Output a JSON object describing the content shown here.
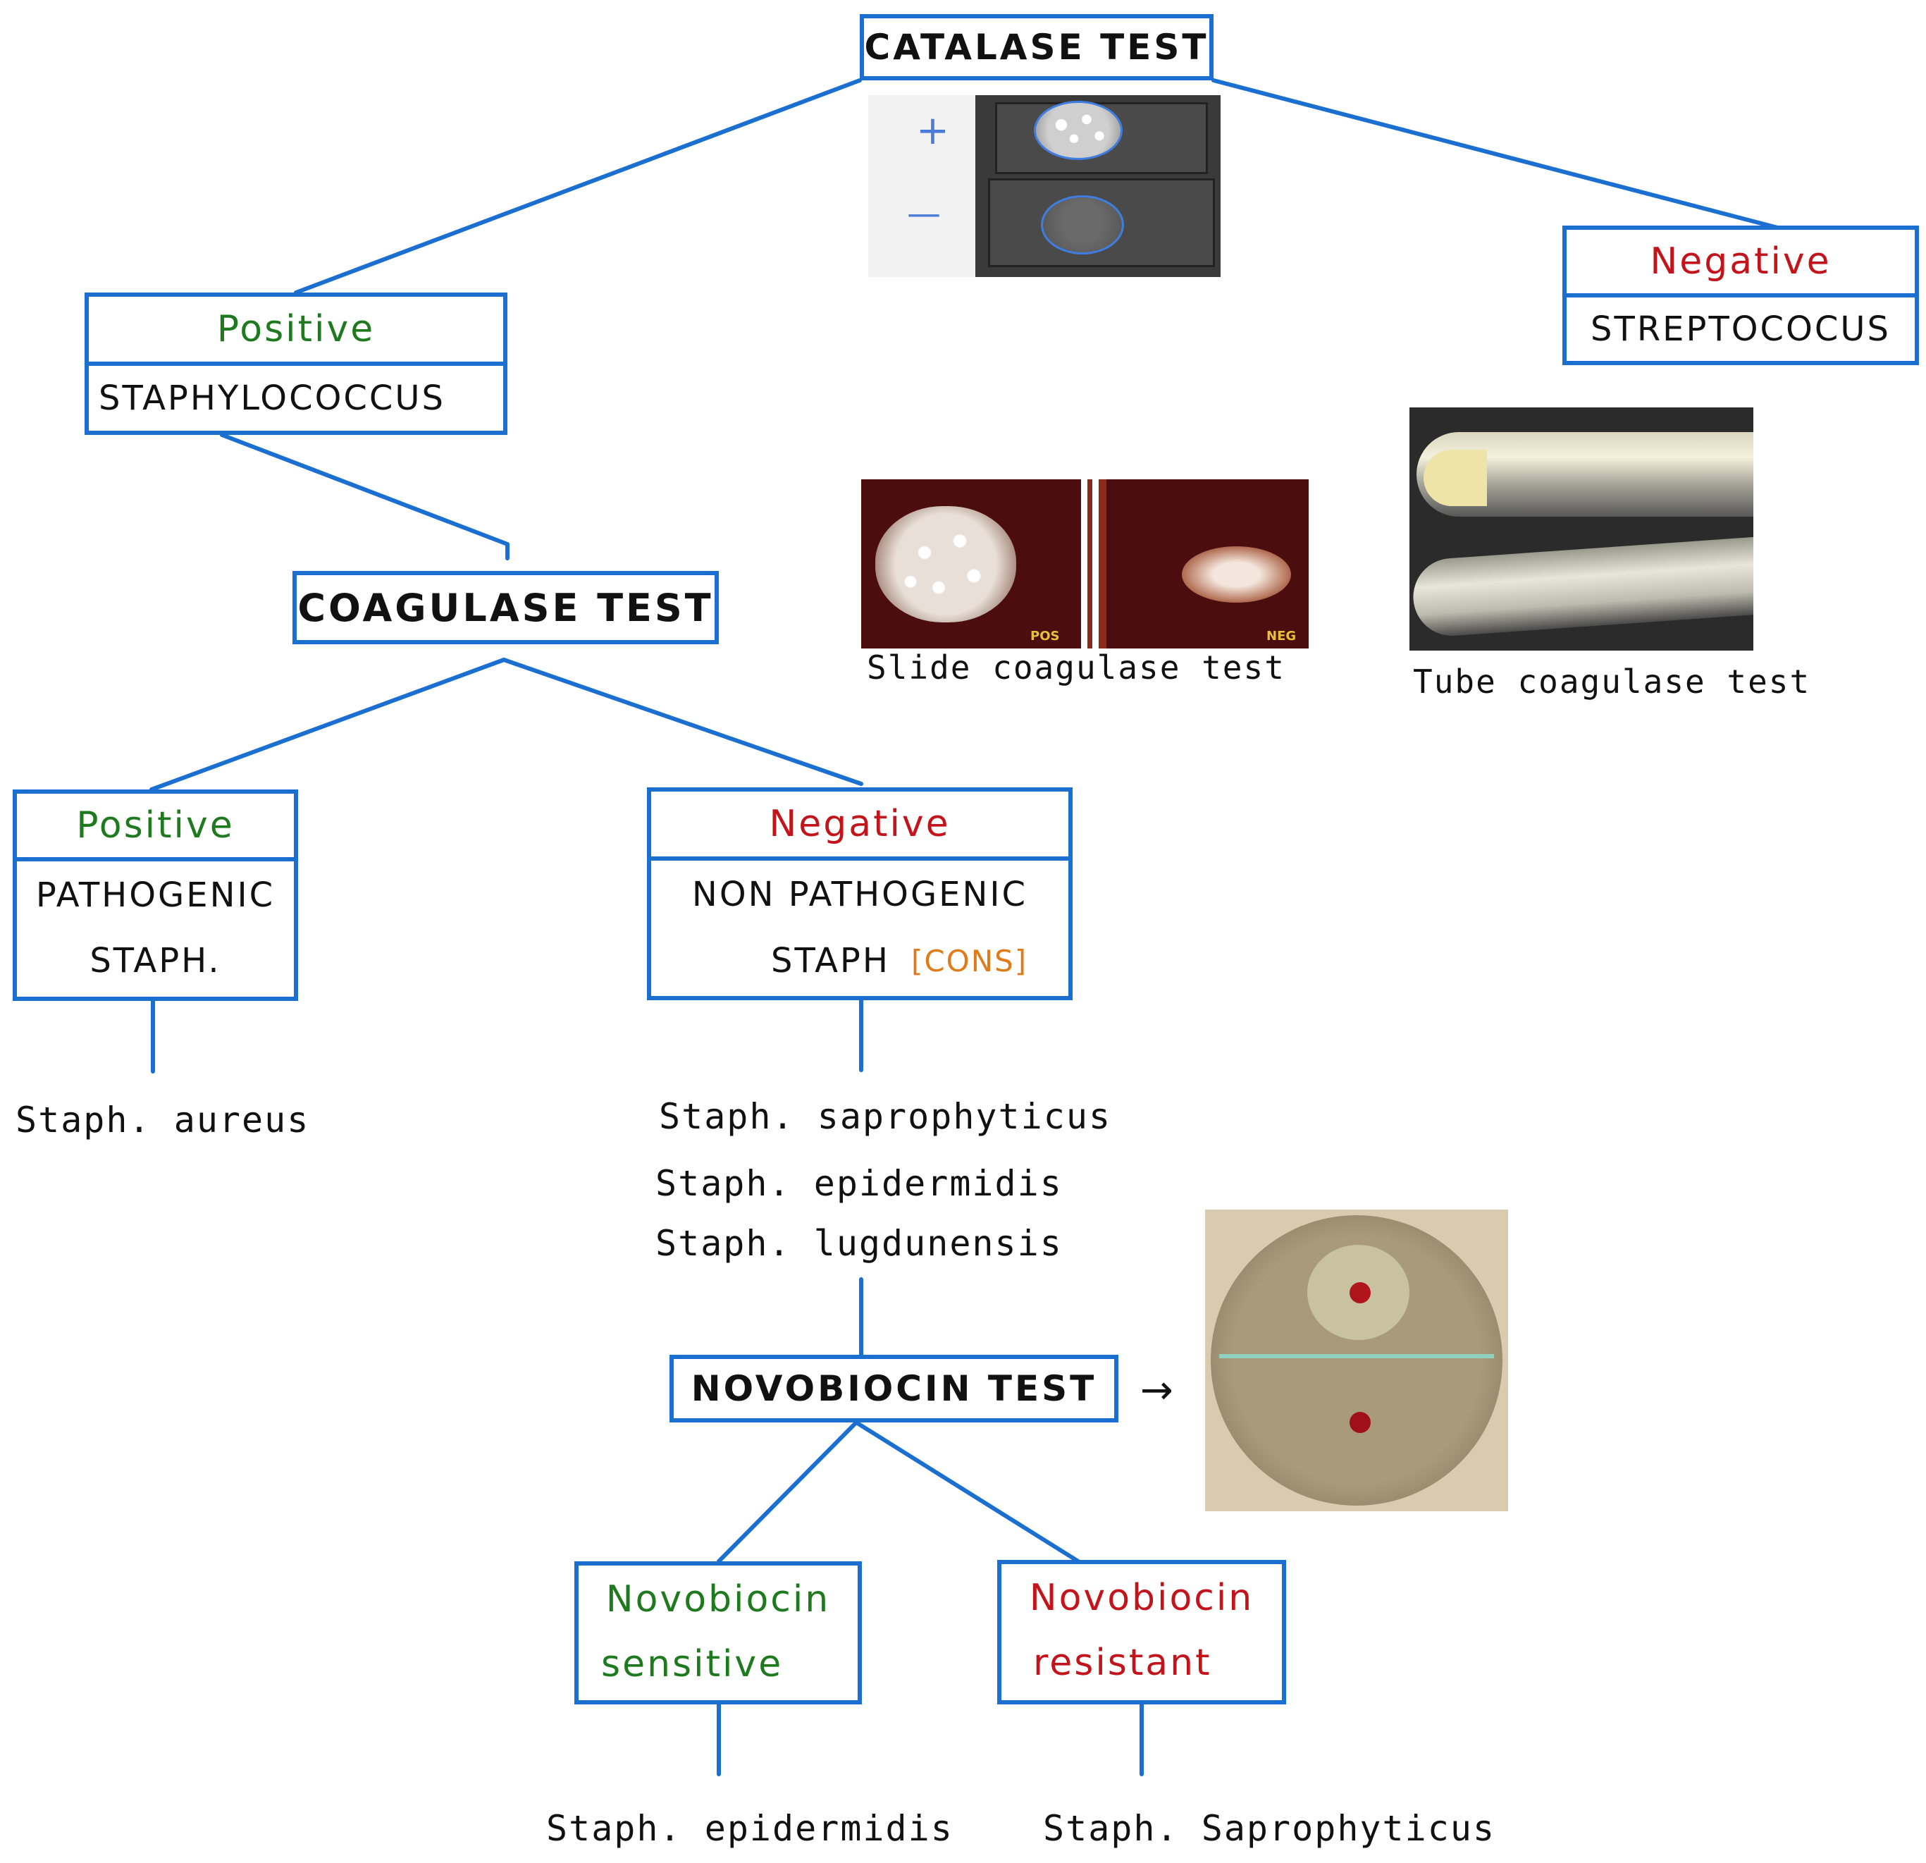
{
  "catalase": {
    "title": "CATALASE TEST"
  },
  "staph": {
    "result": "Positive",
    "organism": "STAPHYLOCOCCUS"
  },
  "strep": {
    "result": "Negative",
    "organism": "STREPTOCOCUS"
  },
  "coagulase": {
    "title": "COAGULASE TEST"
  },
  "coag_pos": {
    "result": "Positive",
    "line1": "PATHOGENIC",
    "line2": "STAPH."
  },
  "coag_neg": {
    "result": "Negative",
    "line1": "NON PATHOGENIC",
    "line2": "STAPH",
    "tag": "[CONS]"
  },
  "aureus": "Staph. aureus",
  "cons_species": [
    "Staph. saprophyticus",
    "Staph. epidermidis",
    "Staph. lugdunensis"
  ],
  "novobiocin": {
    "title": "NOVOBIOCIN TEST",
    "arrow": "→"
  },
  "novo_sens": {
    "line1": "Novobiocin",
    "line2": "sensitive",
    "organism": "Staph. epidermidis"
  },
  "novo_res": {
    "line1": "Novobiocin",
    "line2": "resistant",
    "organism": "Staph. Saprophyticus"
  },
  "slide_coag": {
    "caption": "Slide coagulase test",
    "pos": "POS",
    "neg": "NEG"
  },
  "tube_coag": {
    "caption": "Tube coagulase test"
  },
  "catalase_slide": {
    "plus": "+",
    "minus": "—"
  },
  "colors": {
    "line": "#1a6fd0",
    "positive": "#1f7a1f",
    "negative": "#c4141b",
    "cons": "#e07b1a"
  }
}
